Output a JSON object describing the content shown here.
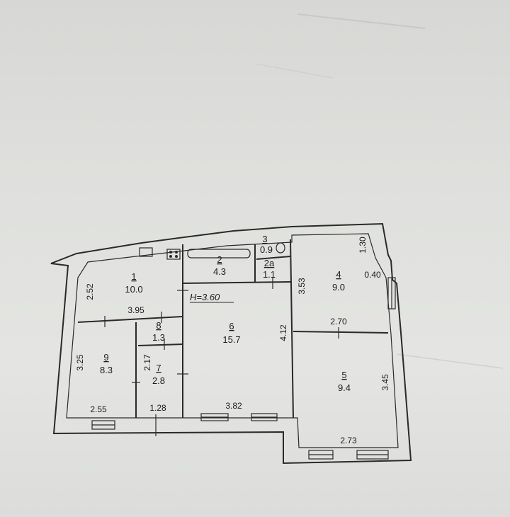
{
  "rooms": [
    {
      "number": "1",
      "area": "10.0"
    },
    {
      "number": "2",
      "area": "4.3"
    },
    {
      "number": "2a",
      "area": "1.1"
    },
    {
      "number": "3",
      "area": "0.9"
    },
    {
      "number": "4",
      "area": "9.0"
    },
    {
      "number": "5",
      "area": "9.4"
    },
    {
      "number": "6",
      "area": "15.7"
    },
    {
      "number": "7",
      "area": "2.8"
    },
    {
      "number": "8",
      "area": "1.3"
    },
    {
      "number": "9",
      "area": "8.3"
    }
  ],
  "ceiling_height": "H=3.60",
  "dimensions": {
    "d252": "2.52",
    "d395": "3.95",
    "d325": "3.25",
    "d255": "2.55",
    "d217": "2.17",
    "d128": "1.28",
    "d382": "3.82",
    "d412": "4.12",
    "d353": "3.53",
    "d130": "1.30",
    "d040": "0.40",
    "d270": "2.70",
    "d345": "3.45",
    "d273": "2.73"
  }
}
